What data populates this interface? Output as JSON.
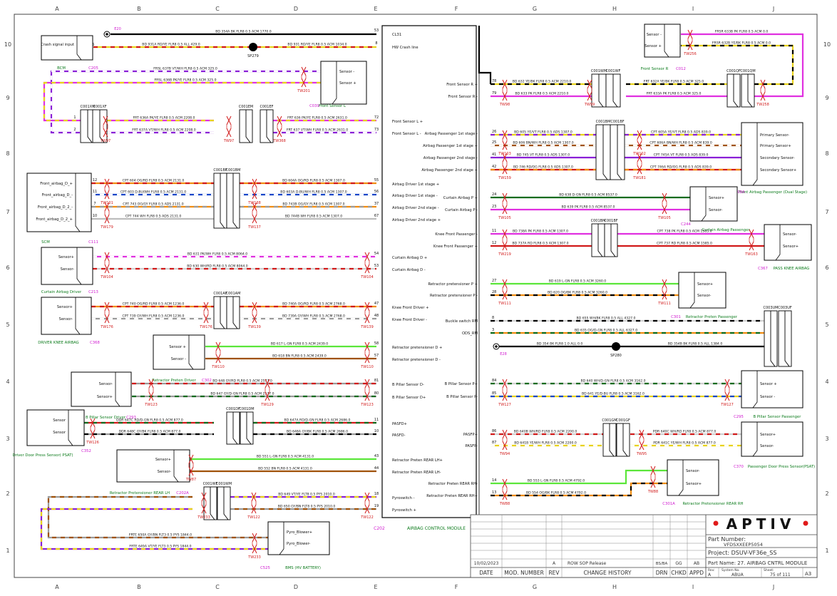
{
  "sheet": {
    "columns": [
      "A",
      "B",
      "C",
      "D",
      "E",
      "F",
      "G",
      "H",
      "I",
      "J"
    ],
    "rows": [
      "10",
      "9",
      "8",
      "7",
      "6",
      "5",
      "4",
      "3",
      "2",
      "1"
    ]
  },
  "module": {
    "title": "AIRBAG CONTROL MODULE",
    "ref": "C202",
    "pins_left": [
      "CL31",
      "HW Crash line",
      "Front Sensor L +",
      "Front Sensor L -",
      "Airbag Driver 1st stage +",
      "Airbag Driver 1st stage -",
      "Airbag Driver 2nd stage -",
      "Airbag Driver 2nd stage +",
      "Curtain Airbag D +",
      "Curtain Airbag D -",
      "Knee Front Driver +",
      "Knee Front Driver -",
      "Retractor pretensioner D +",
      "Retractor pretensioner D -",
      "B Pillar Sensor D-",
      "B Pillar Sensor D+",
      "PASFD+",
      "PASFD-",
      "Retractor Preten REAR LH+",
      "Retractor Preten REAR LH-",
      "Pyroswitch -",
      "Pyroswitch +"
    ],
    "pins_right": [
      "Front Sensor R +",
      "Front Sensor R -",
      "Airbag Passenger 1st stage -",
      "Airbag Passenger 1st stage +",
      "Airbag Passenger 2nd stage -",
      "Airbag Passenger 2nd stage +",
      "Curtain Airbag P +",
      "Curtain Airbag P -",
      "Knee Front Passenger -",
      "Knee Front Passenger +",
      "Retractor pretensioner P +",
      "Retractor pretensioner P -",
      "Buckle switch RM",
      "ODS_RM",
      "B Pillar Sensor P+",
      "B Pillar Sensor P-",
      "PASFP+",
      "PASFP-",
      "Retractor Preten REAR RH-",
      "Retractor Preten REAR RH+"
    ]
  },
  "components": [
    {
      "id": "bcm",
      "name": "BCM",
      "ref": "C205",
      "pins": [
        "Crash signal input"
      ]
    },
    {
      "id": "front_sensor_l",
      "name": "Front Sensor L",
      "ref": "C039",
      "pins": [
        "Sensor -",
        "Sensor +"
      ]
    },
    {
      "id": "scm",
      "name": "SCM",
      "ref": "C111",
      "pins": [
        "Front_airbag_D_+",
        "Front_airbag_D_-",
        "Front_airbag_D_2_-",
        "Front_airbag_D_2_+"
      ]
    },
    {
      "id": "curtain_d",
      "name": "Curtain Airbag Driver",
      "ref": "C213",
      "pins": [
        "Sensor+",
        "Sensor-"
      ]
    },
    {
      "id": "driver_knee",
      "name": "DRIVER KNEE AIRBAG",
      "ref": "C368",
      "pins": [
        "Sensor+",
        "Sensor-"
      ]
    },
    {
      "id": "preten_driver",
      "name": "Retractor Preten Driver",
      "ref": "C302",
      "pins": [
        "Sensor +",
        "Sensor -"
      ]
    },
    {
      "id": "bpillar_d",
      "name": "B Pillar Sensor Driver",
      "ref": "C293",
      "pins": [
        "Sensor-",
        "Sensor+"
      ]
    },
    {
      "id": "door_d",
      "name": "Driver Door Press Sensor( PSAT)",
      "ref": "C352",
      "pins": [
        "Sensor",
        "Sensor"
      ]
    },
    {
      "id": "preten_rear_lh",
      "name": "Retractor Pretensioner REAR LH",
      "ref": "C202A",
      "pins": [
        "Sensor+",
        "Sensor-"
      ]
    },
    {
      "id": "bms",
      "name": "BMS (HV BATTERY)",
      "ref": "C525",
      "pins": [
        "Pyro_Blower+",
        "Pyro_Blower-"
      ]
    },
    {
      "id": "front_sensor_r",
      "name": "Front Sensor R",
      "ref": "C012",
      "pins": [
        "Sensor -",
        "Sensor +"
      ]
    },
    {
      "id": "fap",
      "name": "Front Airbag Passenger (Dual Stage)",
      "ref": "C108A",
      "pins": [
        "Primary Sensor-",
        "Primary Sensor+",
        "Secondary Sensor-",
        "Secondary Sensor+"
      ]
    },
    {
      "id": "curtain_p",
      "name": "Curtain Airbag Passenger",
      "ref": "C244",
      "pins": [
        "Sensor+",
        "Sensor-"
      ]
    },
    {
      "id": "pass_knee",
      "name": "PASS KNEE AIRBAG",
      "ref": "C367",
      "pins": [
        "Sensor-",
        "Sensor+"
      ]
    },
    {
      "id": "preten_pass",
      "name": "Retractor Preten Passenger",
      "ref": "C301",
      "pins": [
        "Sensor+",
        "Sensor-"
      ]
    },
    {
      "id": "bpillar_p",
      "name": "B Pillar Sensor Passenger",
      "ref": "C295",
      "pins": [
        "Sensor +",
        "Sensor -"
      ]
    },
    {
      "id": "door_p",
      "name": "Passenger Door Press Sensor(PSAT)",
      "ref": "C370",
      "pins": [
        "Sensor+",
        "Sensor-"
      ]
    },
    {
      "id": "preten_rear_rh",
      "name": "Retractor Pretensioner REAR RH",
      "ref": "C301A",
      "pins": [
        "Sensor-",
        "Sensor+"
      ]
    }
  ],
  "wires": [
    {
      "id": "w1",
      "label": "BD_354A BK FLR8 0.5 ACM 1770.0",
      "color": "#000000",
      "stripe": null
    },
    {
      "id": "w2a",
      "label": "BD_931A RD/YE FLR8 0.5 ALL 429.0",
      "color": "#e8d21a",
      "stripe": "#d11a1a"
    },
    {
      "id": "w2b",
      "label": "BD_931 RD/YE FLR8 0.5 ACM 1034.0",
      "color": "#e8d21a",
      "stripe": "#d11a1a"
    },
    {
      "id": "w3",
      "label": "FRSL_637B VT/WH FLR8 0.5 ACM 325.0",
      "color": "#8a1fd6",
      "stripe": "#ffffff"
    },
    {
      "id": "w4",
      "label": "FRSL_636B PK/YE FLR8 0.5 ACM 325.0",
      "color": "#e030e0",
      "stripe": "#e8d21a"
    },
    {
      "id": "w5a",
      "label": "FRT_636A PK/YE FLR8 0.5 ACM 2208.0",
      "color": "#e030e0",
      "stripe": "#e8d21a"
    },
    {
      "id": "w5b",
      "label": "FRT_636 PK/YE FLR8 0.5 ACM 2631.0",
      "color": "#e030e0",
      "stripe": "#e8d21a"
    },
    {
      "id": "w6a",
      "label": "FRT_637A VT/WH FLR8 0.5 ACM 2208.0",
      "color": "#8a1fd6",
      "stripe": "#ffffff"
    },
    {
      "id": "w6b",
      "label": "FRT_637 VT/WH FLR8 0.5 ACM 2631.0",
      "color": "#8a1fd6",
      "stripe": "#ffffff"
    },
    {
      "id": "w7a",
      "label": "CPT_604 OG/RD FLR8 0.5 ACM 2131.0",
      "color": "#f08c10",
      "stripe": "#d11a1a"
    },
    {
      "id": "w7b",
      "label": "BD_604A OG/RD FLR8 0.5 ACM 1307.0",
      "color": "#f08c10",
      "stripe": "#d11a1a"
    },
    {
      "id": "w8a",
      "label": "CPT_603 D-BU/WH FLR8 0.5 ACM 2131.0",
      "color": "#1546c8",
      "stripe": "#ffffff"
    },
    {
      "id": "w8b",
      "label": "BD_603A D-BU/WH FLR8 0.5 ACM 1307.0",
      "color": "#1546c8",
      "stripe": "#ffffff"
    },
    {
      "id": "w9a",
      "label": "CPT_743 OG/GY FLR8 0.5 ADS 2131.0",
      "color": "#f08c10",
      "stripe": "#9a9a9a"
    },
    {
      "id": "w9b",
      "label": "BD_743B OG/GY FLR8 0.5 ACM 1307.0",
      "color": "#f08c10",
      "stripe": "#9a9a9a"
    },
    {
      "id": "w10a",
      "label": "CPT_744 WH FLR8 0.5 ADS 2131.0",
      "color": "#bdbdbd",
      "stripe": null
    },
    {
      "id": "w10b",
      "label": "BD_744B WH FLR8 0.5 ACM 1307.0",
      "color": "#bdbdbd",
      "stripe": null
    },
    {
      "id": "w11",
      "label": "BD_631 PK/WH FLR8 0.5 ACM 8064.0",
      "color": "#e030e0",
      "stripe": "#ffffff"
    },
    {
      "id": "w12",
      "label": "BD_630 WH/RD FLR8 0.5 ACM 8064.0",
      "color": "#d0d0d0",
      "stripe": "#d11a1a"
    },
    {
      "id": "w13a",
      "label": "CPT_740 OG/RD FLR8 0.5 ACM 1236.0",
      "color": "#f08c10",
      "stripe": "#d11a1a"
    },
    {
      "id": "w13b",
      "label": "BD_740A OG/RD FLR8 0.5 ACM 2768.0",
      "color": "#f08c10",
      "stripe": "#d11a1a"
    },
    {
      "id": "w14a",
      "label": "CPT_739 GY/WH FLR8 0.5 ACM 1236.0",
      "color": "#9a9a9a",
      "stripe": "#ffffff"
    },
    {
      "id": "w14b",
      "label": "BD_739A GY/WH FLR8 0.5 ACM 2768.0",
      "color": "#9a9a9a",
      "stripe": "#ffffff"
    },
    {
      "id": "w15",
      "label": "BD_617 L-GN FLR8 0.5 ACM 2439.0",
      "color": "#5be63a",
      "stripe": null
    },
    {
      "id": "w16",
      "label": "BD_618 BN FLR8 0.5 ACM 2439.0",
      "color": "#a0520a",
      "stripe": null
    },
    {
      "id": "w17",
      "label": "BD_648 GY/RD FLR8 0.5 ACM 2577.0",
      "color": "#9a9a9a",
      "stripe": "#d11a1a"
    },
    {
      "id": "w18",
      "label": "BD_647 GY/D-GN FLR8 0.5 ACM 2577.0",
      "color": "#9a9a9a",
      "stripe": "#0c6b1e"
    },
    {
      "id": "w19a",
      "label": "DDR_647C RD/D-GN FLR8 0.5 ACM 877.0",
      "color": "#d11a1a",
      "stripe": "#0c6b1e"
    },
    {
      "id": "w19b",
      "label": "BD_647A RD/D-GN FLR8 0.5 ACM 2686.0",
      "color": "#d11a1a",
      "stripe": "#0c6b1e"
    },
    {
      "id": "w20a",
      "label": "DDR_648C GY/BK FLR8 0.5 ACM 877.0",
      "color": "#9a9a9a",
      "stripe": "#000000"
    },
    {
      "id": "w20b",
      "label": "BD_648A GY/BK FLR8 0.5 ACM 2686.0",
      "color": "#9a9a9a",
      "stripe": "#000000"
    },
    {
      "id": "w21",
      "label": "BD_551 L-GN FLR8 0.5 ACM 4131.0",
      "color": "#5be63a",
      "stripe": null
    },
    {
      "id": "w22",
      "label": "BD_552 BN FLR8 0.5 ACM 4131.0",
      "color": "#a0520a",
      "stripe": null
    },
    {
      "id": "w23",
      "label": "BD_649 VT/YE FLT8 0.5 PYS 2010.0",
      "color": "#8a1fd6",
      "stripe": "#e8d21a"
    },
    {
      "id": "w24",
      "label": "BD_650 GY/BN FLT8 0.5 PYS 2010.0",
      "color": "#9a9a9a",
      "stripe": "#a0520a"
    },
    {
      "id": "w25",
      "label": "FRTE_650A GY/BN FLT3 0.5 PYS 1844.0",
      "color": "#9a9a9a",
      "stripe": "#a0520a"
    },
    {
      "id": "w26",
      "label": "FRTE_649A VT/YE FLT3 0.5 PYS 1844.0",
      "color": "#8a1fd6",
      "stripe": "#e8d21a"
    },
    {
      "id": "w27a",
      "label": "BD_632 YE/BK FLR8 0.5 ACM 2210.0",
      "color": "#e8d21a",
      "stripe": "#000000"
    },
    {
      "id": "w27b",
      "label": "FRT_632A YE/BK FLR8 0.5 ACM 325.0",
      "color": "#e8d21a",
      "stripe": "#000000"
    },
    {
      "id": "w27c",
      "label": "FRSR_632B YE/BK FLR8 0.5 ACM 0.0",
      "color": "#e8d21a",
      "stripe": "#000000"
    },
    {
      "id": "w28a",
      "label": "BD_633 PK FLR8 0.5 ACM 2210.0",
      "color": "#e030e0",
      "stripe": null
    },
    {
      "id": "w28b",
      "label": "FRT_633A PK FLR8 0.5 ACM 325.0",
      "color": "#e030e0",
      "stripe": null
    },
    {
      "id": "w28c",
      "label": "FRSR_633B PK FLR8 0.5 ACM 0.0",
      "color": "#e030e0",
      "stripe": null
    },
    {
      "id": "w29a",
      "label": "BD_605 YE/VT FLR8 0.5 ADS 1307.0",
      "color": "#e8d21a",
      "stripe": "#8a1fd6"
    },
    {
      "id": "w29b",
      "label": "CPT_605A YE/VT FLR8 0.5 ADS 839.0",
      "color": "#e8d21a",
      "stripe": "#8a1fd6"
    },
    {
      "id": "w30a",
      "label": "BD_606 BN/WH FLR8 0.5 ACM 1307.0",
      "color": "#a0520a",
      "stripe": "#ffffff"
    },
    {
      "id": "w30b",
      "label": "CPT_606A BN/WH FLR8 0.5 ACM 839.0",
      "color": "#a0520a",
      "stripe": "#ffffff"
    },
    {
      "id": "w31a",
      "label": "BD_745 VT FLR8 0.5 ADS 1307.0",
      "color": "#8a1fd6",
      "stripe": null
    },
    {
      "id": "w31b",
      "label": "CPT_745A VT FLR8 0.5 ADS 839.0",
      "color": "#8a1fd6",
      "stripe": null
    },
    {
      "id": "w32a",
      "label": "BD_746 RD/OG FLR8 0.5 ADS 1307.0",
      "color": "#d11a1a",
      "stripe": "#f08c10"
    },
    {
      "id": "w32b",
      "label": "CPT_746A RD/OG FLR8 0.5 ADS 839.0",
      "color": "#d11a1a",
      "stripe": "#f08c10"
    },
    {
      "id": "w33",
      "label": "BD_638 D-GN FLR8 0.5 ACM 8537.0",
      "color": "#0c6b1e",
      "stripe": null
    },
    {
      "id": "w34",
      "label": "BD_639 PK FLR8 0.5 ACM 8537.0",
      "color": "#e030e0",
      "stripe": null
    },
    {
      "id": "w35a",
      "label": "BD_738A PK FLR8 0.5 ACM 1307.0",
      "color": "#e030e0",
      "stripe": null
    },
    {
      "id": "w35b",
      "label": "CPT_738 PK FLR8 0.5 ACM 1585.0",
      "color": "#e030e0",
      "stripe": null
    },
    {
      "id": "w36a",
      "label": "BD_737A RD FLR8 0.5 ACM 1307.0",
      "color": "#d11a1a",
      "stripe": null
    },
    {
      "id": "w36b",
      "label": "CPT_737 RD FLR8 0.5 ACM 1585.0",
      "color": "#d11a1a",
      "stripe": null
    },
    {
      "id": "w37",
      "label": "BD_619 L-GN FLR8 0.5 ACM 3260.0",
      "color": "#5be63a",
      "stripe": null
    },
    {
      "id": "w38",
      "label": "BD_620 OG/BK FLR8 0.5 ACM 3260.0",
      "color": "#f08c10",
      "stripe": "#000000"
    },
    {
      "id": "w39",
      "label": "BD_655 WH/BK FLR8 0.5 ALL 4327.0",
      "color": "#d0d0d0",
      "stripe": "#000000"
    },
    {
      "id": "w40",
      "label": "BD_635 OG/D-GN FLR8 0.5 ALL 6327.0",
      "color": "#f08c10",
      "stripe": "#0c6b1e"
    },
    {
      "id": "w41a",
      "label": "BD_354 BK FLR8 1.0 ALL 0.0",
      "color": "#000000",
      "stripe": null
    },
    {
      "id": "w41b",
      "label": "BD_354B BK FLR8 0.5 ALL 1384.0",
      "color": "#000000",
      "stripe": null
    },
    {
      "id": "w42",
      "label": "BD_640 WH/D-GN FLR8 0.5 ACM 3162.0",
      "color": "#d0d0d0",
      "stripe": "#0c6b1e"
    },
    {
      "id": "w43",
      "label": "BD_641 YE/D-BU FLR8 0.5 ACM 3162.0",
      "color": "#e8d21a",
      "stripe": "#1546c8"
    },
    {
      "id": "w44a",
      "label": "BD_640B WH/RD FLR8 0.5 ACM 2200.0",
      "color": "#d0d0d0",
      "stripe": "#d11a1a"
    },
    {
      "id": "w44b",
      "label": "PDR_640C WH/RD FLR8 0.5 ACM 877.0",
      "color": "#d0d0d0",
      "stripe": "#d11a1a"
    },
    {
      "id": "w45a",
      "label": "BD_641B YE/WH FLR8 0.5 ACM 2200.0",
      "color": "#e8d21a",
      "stripe": "#ffffff"
    },
    {
      "id": "w45b",
      "label": "PDR_641C YE/WH FLR8 0.5 ACM 877.0",
      "color": "#e8d21a",
      "stripe": "#ffffff"
    },
    {
      "id": "w46",
      "label": "BD_553 L-GN FLR8 0.5 ACM 4792.0",
      "color": "#5be63a",
      "stripe": null
    },
    {
      "id": "w47",
      "label": "BD_554 OG/BK FLR8 0.5 ACM 4792.0",
      "color": "#f08c10",
      "stripe": "#000000"
    }
  ],
  "connectors": [
    "C001XM",
    "C001XF",
    "C001EM",
    "C001EF",
    "C001BF",
    "C001BM",
    "C001AF",
    "C001AM",
    "C001DF",
    "C001DM",
    "C001WF",
    "C001WM",
    "C001QF",
    "C001QM",
    "C001GM",
    "C001GF",
    "C003UM",
    "C003UF",
    "SP279",
    "SP280",
    "E20",
    "E28"
  ],
  "twists": [
    "TW201",
    "TW97",
    "TW97",
    "TW368",
    "TW101",
    "TW138",
    "TW179",
    "TW137",
    "TW104",
    "TW104",
    "TW176",
    "TW176",
    "TW139",
    "TW139",
    "TW110",
    "TW110",
    "TW123",
    "TW129",
    "TW123",
    "TW126",
    "TW87",
    "TW233",
    "TW122",
    "TW122",
    "TW233",
    "TW256",
    "TW98",
    "TW99",
    "TW258",
    "TW103",
    "TW102",
    "TW159",
    "TW181",
    "TW105",
    "TW105",
    "TW219",
    "TW163",
    "TW111",
    "TW111",
    "TW127",
    "TW127",
    "TW94",
    "TW95",
    "TW88",
    "TW88"
  ],
  "title_block": {
    "company": "APTIV",
    "part_number_label": "Part Number:",
    "part_number": "VFDSXXEEP5054",
    "project": "Project: DSUV-VF36e_SS",
    "part_name": "Part Name: 27. AIRBAG CNTRL MODULE",
    "headers": [
      "DATE",
      "MOD. NUMBER",
      "REV",
      "CHANGE HISTORY",
      "DRN",
      "CHKD",
      "APPD"
    ],
    "history": {
      "date": "10/02/2023",
      "rev": "A",
      "change": "ROW SOP Release",
      "drn": "BS/BA",
      "chkd": "GG",
      "appd": "AB"
    },
    "rev_label": "Rev:",
    "rev_value": "A",
    "system_label": "System No.",
    "system_value": "ABUA",
    "sheet_label": "Sheet:",
    "sheet_value": "75 of 111",
    "size": "A3"
  }
}
